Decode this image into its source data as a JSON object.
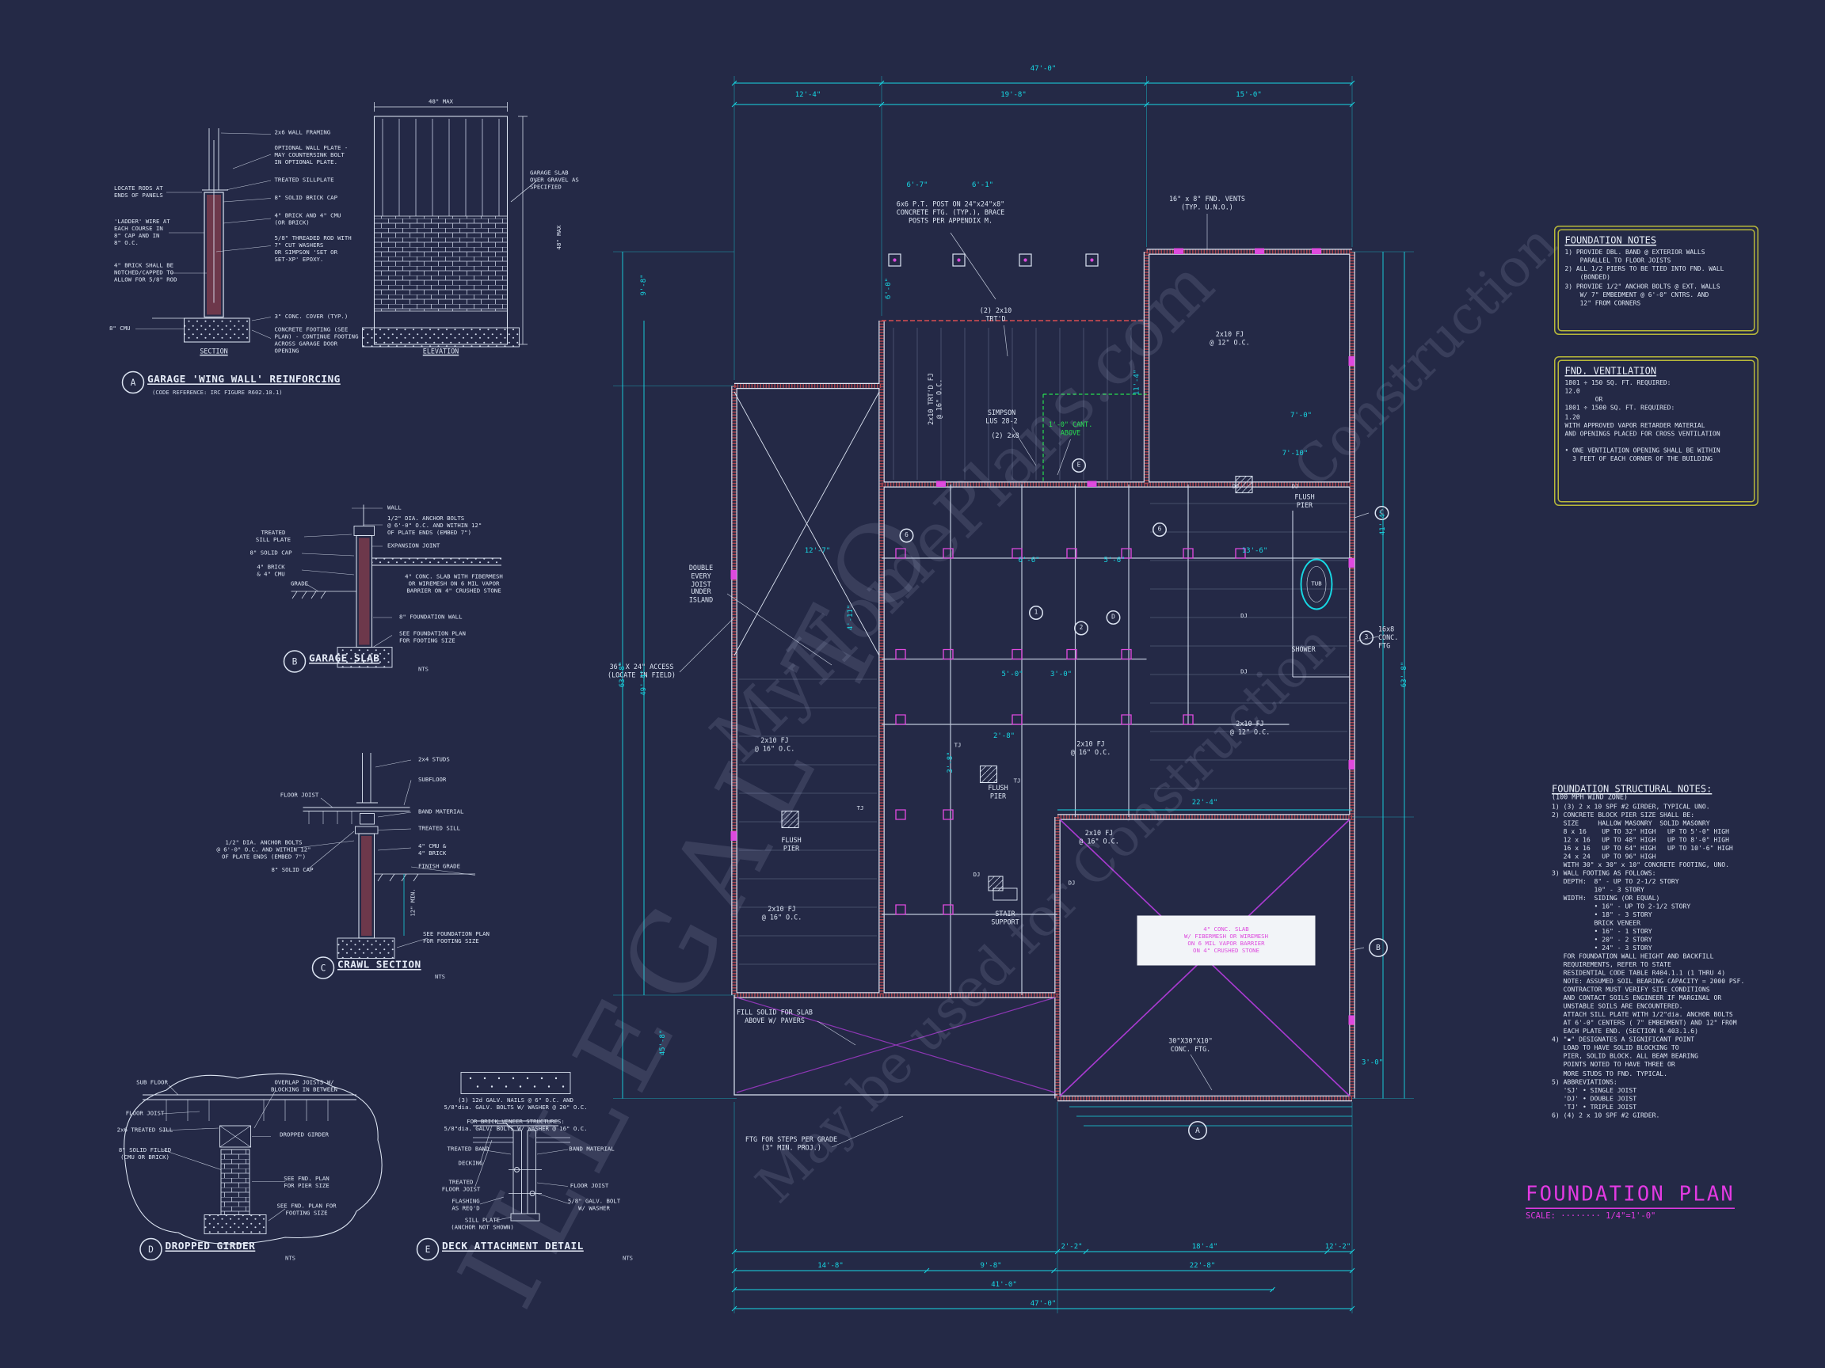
{
  "drawing": {
    "title": "FOUNDATION PLAN",
    "scale_line": "SCALE: ········ 1/4\"=1'-0\""
  },
  "watermark": {
    "w1": "ILLEGAL TO",
    "w2": "MyHomePlans.com",
    "w3": "May be used for Construction",
    "w4": "Construction"
  },
  "detail_a": {
    "marker": "A",
    "title": "GARAGE 'WING WALL' REINFORCING",
    "subtitle": "(CODE REFERENCE: IRC FIGURE R602.10.1)",
    "view1": "SECTION",
    "view2": "ELEVATION",
    "l1": "LOCATE RODS AT\nENDS OF PANELS",
    "l2": "'LADDER' WIRE AT\nEACH COURSE IN\n8\" CAP AND IN\n8\" O.C.",
    "l3": "4\" BRICK SHALL BE\nNOTCHED/CAPPED TO\nALLOW FOR 5/8\" ROD",
    "l4": "8\" CMU",
    "l5": "2x6 WALL FRAMING",
    "l6": "OPTIONAL WALL PLATE -\nMAY COUNTERSINK BOLT\nIN OPTIONAL PLATE.",
    "l7": "TREATED SILLPLATE",
    "l8": "8\" SOLID BRICK CAP",
    "l9": "4\" BRICK AND 4\" CMU\n(OR BRICK)",
    "l10": "5/8\" THREADED ROD WITH\n7\" CUT WASHERS\nOR SIMPSON 'SET OR\nSET-XP' EPOXY.",
    "l11": "3\" CONC. COVER (TYP.)",
    "l12": "CONCRETE FOOTING (SEE\nPLAN) - CONTINUE FOOTING\nACROSS GARAGE DOOR\nOPENING",
    "l13": "GARAGE SLAB\nOVER GRAVEL AS\nSPECIFIED",
    "d1": "48\" MAX",
    "d2": "48\" MAX"
  },
  "detail_b": {
    "marker": "B",
    "title": "GARAGE SLAB",
    "scale": "NTS",
    "l1": "WALL",
    "l2": "1/2\" DIA. ANCHOR BOLTS\n@ 6'-0\" O.C. AND WITHIN 12\"\nOF PLATE ENDS (EMBED 7\")",
    "l3": "TREATED\nSILL PLATE",
    "l4": "EXPANSION JOINT",
    "l5": "8\" SOLID CAP",
    "l6": "4\" BRICK\n& 4\" CMU",
    "l7": "4\" CONC. SLAB WITH FIBERMESH\nOR WIREMESH ON 6 MIL VAPOR\nBARRIER ON 4\" CRUSHED STONE",
    "l8": "GRADE",
    "l9": "8\" FOUNDATION WALL",
    "l10": "SEE FOUNDATION PLAN\nFOR FOOTING SIZE"
  },
  "detail_c": {
    "marker": "C",
    "title": "CRAWL SECTION",
    "scale": "NTS",
    "l1": "2x4 STUDS",
    "l2": "SUBFLOOR",
    "l3": "FLOOR JOIST",
    "l4": "BAND MATERIAL",
    "l5": "TREATED SILL",
    "l6": "1/2\" DIA. ANCHOR BOLTS\n@ 6'-0\" O.C. AND WITHIN 12\"\nOF PLATE ENDS (EMBED 7\")",
    "l7": "4\" CMU &\n4\" BRICK",
    "l8": "8\" SOLID CAP",
    "l9": "FINISH GRADE",
    "l10": "12\" MIN.",
    "l11": "SEE FOUNDATION PLAN\nFOR FOOTING SIZE"
  },
  "detail_d": {
    "marker": "D",
    "title": "DROPPED GIRDER",
    "scale": "NTS",
    "l1": "SUB FLOOR",
    "l2": "OVERLAP JOISTS W/\nBLOCKING IN BETWEEN",
    "l3": "FLOOR JOIST",
    "l4": "2x6 TREATED SILL",
    "l5": "DROPPED GIRDER",
    "l6": "8\" SOLID FILLED\n(CMU OR BRICK)",
    "l7": "SEE FND. PLAN\nFOR PIER SIZE",
    "l8": "SEE FND. PLAN FOR\nFOOTING SIZE"
  },
  "detail_e": {
    "marker": "E",
    "title": "DECK ATTACHMENT DETAIL",
    "scale": "NTS",
    "l1": "(3) 12d GALV. NAILS @ 6\" O.C. AND\n5/8\"dia. GALV. BOLTS W/ WASHER @ 20\" O.C.",
    "l2": "FOR BRICK VENEER STRUCTURES:\n5/8\"dia. GALV. BOLTS W/ WASHER @ 16\" O.C.",
    "l3": "TREATED BAND",
    "l4": "DECKING",
    "l5": "TREATED\nFLOOR JOIST",
    "l6": "BAND MATERIAL",
    "l7": "FLOOR JOIST",
    "l8": "FLASHING\nAS REQ'D",
    "l9": "5/8\" GALV. BOLT\nW/ WASHER",
    "l10": "SILL PLATE\n(ANCHOR NOT SHOWN)"
  },
  "plan": {
    "ann": {
      "post": "6x6 P.T. POST ON 24\"x24\"x8\"\nCONCRETE FTG. (TYP.), BRACE\nPOSTS PER APPENDIX M.",
      "vents": "16\" x 8\" FND. VENTS\n(TYP. U.N.O.)",
      "trtd210": "(2) 2x10\nTRT'D",
      "fj_trtd16": "2x10 TRT'D FJ\n@ 16\" O.C.",
      "simpson": "SIMPSON\nLUS 28-2",
      "two2x8": "(2) 2x8",
      "cant": "1'-0\" CANT.\nABOVE",
      "fj12": "2x10 FJ\n@ 12\" O.C.",
      "fj16": "2x10 FJ\n@ 16\" O.C.",
      "double_island": "DOUBLE\nEVERY\nJOIST\nUNDER\nISLAND",
      "access": "36\" X 24\" ACCESS\n(LOCATE IN FIELD)",
      "flush_pier": "FLUSH\nPIER",
      "stair": "STAIR\nSUPPORT",
      "tub": "TUB",
      "shower": "SHOWER",
      "conc_ftg_16x8": "16x8\nCONC.\nFTG",
      "slab_note": "4\" CONC. SLAB\nW/ FIBERMESH OR WIREMESH\nON 6 MIL VAPOR BARRIER\nON 4\" CRUSHED STONE",
      "fill_solid": "FILL SOLID FOR SLAB\nABOVE W/ PAVERS",
      "ftg30": "30\"X30\"X10\"\nCONC. FTG.",
      "steps": "FTG FOR STEPS PER GRADE\n(3\" MIN. PROJ.)",
      "dj": "DJ",
      "tj": "TJ"
    },
    "markers": {
      "a": "A",
      "b": "B",
      "c": "C",
      "d": "D",
      "e": "E",
      "n1": "1",
      "n2": "2",
      "n3": "3",
      "n6": "6"
    },
    "dims": {
      "top_total": "47'-0\"",
      "top_a": "12'-4\"",
      "top_b": "19'-8\"",
      "top_c": "15'-0\"",
      "left_outer": "63'-8\"",
      "left_inner": "49'-4\"",
      "left_top": "9'-8\"",
      "left_low": "45'-8\"",
      "right_inner": "41'-4\"",
      "right_outer": "63'-8\"",
      "bot_r1a": "2'-2\"",
      "bot_r1b": "18'-4\"",
      "bot_r1c": "12'-2\"",
      "bot_r2a": "14'-8\"",
      "bot_r2b": "9'-8\"",
      "bot_r2c": "22'-8\"",
      "bot_r3": "41'-0\"",
      "bot_total": "47'-0\"",
      "garage": "22'-4\"",
      "int": [
        "6'-7\"",
        "6'-1\"",
        "11'-4\"",
        "7'-10\"",
        "13'-6\"",
        "12'-7\"",
        "6'-6\"",
        "5'-6\"",
        "4'-11\"",
        "5'-0\"",
        "3'-0\"",
        "3'-8\"",
        "2'-8\"",
        "6'-0\"",
        "7'-0\"",
        "3'-0\""
      ]
    }
  },
  "notes": {
    "foundation": {
      "title": "FOUNDATION NOTES",
      "items": [
        "1) PROVIDE DBL. BAND @ EXTERIOR WALLS",
        "    PARALLEL TO FLOOR JOISTS",
        "2) ALL 1/2 PIERS TO BE TIED INTO FND. WALL",
        "    (BONDED)",
        "3) PROVIDE 1/2\" ANCHOR BOLTS @ EXT. WALLS",
        "    W/ 7\" EMBEDMENT @ 6'-0\" CNTRS. AND",
        "    12\" FROM CORNERS"
      ]
    },
    "ventilation": {
      "title": "FND. VENTILATION",
      "items": [
        "1801 ÷ 150 SQ. FT. REQUIRED:",
        "12.0",
        "        OR",
        "1801 ÷ 1500 SQ. FT. REQUIRED:",
        "1.20",
        "WITH APPROVED VAPOR RETARDER MATERIAL",
        "AND OPENINGS PLACED FOR CROSS VENTILATION",
        "",
        "• ONE VENTILATION OPENING SHALL BE WITHIN",
        "  3 FEET OF EACH CORNER OF THE BUILDING"
      ]
    },
    "structural": {
      "title": "FOUNDATION STRUCTURAL NOTES:",
      "subtitle": "(100 MPH WIND ZONE)",
      "items": [
        "1) (3) 2 x 10 SPF #2 GIRDER, TYPICAL UNO.",
        "2) CONCRETE BLOCK PIER SIZE SHALL BE:",
        "   SIZE     HALLOW MASONRY  SOLID MASONRY",
        "   8 x 16    UP TO 32\" HIGH   UP TO 5'-0\" HIGH",
        "   12 x 16   UP TO 48\" HIGH   UP TO 8'-0\" HIGH",
        "   16 x 16   UP TO 64\" HIGH   UP TO 10'-6\" HIGH",
        "   24 x 24   UP TO 96\" HIGH",
        "   WITH 30\" x 30\" x 10\" CONCRETE FOOTING, UNO.",
        "3) WALL FOOTING AS FOLLOWS:",
        "   DEPTH:  8\" - UP TO 2-1/2 STORY",
        "           10\" - 3 STORY",
        "   WIDTH:  SIDING (OR EQUAL)",
        "           • 16\" - UP TO 2-1/2 STORY",
        "           • 18\" - 3 STORY",
        "           BRICK VENEER",
        "           • 16\" - 1 STORY",
        "           • 20\" - 2 STORY",
        "           • 24\" - 3 STORY",
        "   FOR FOUNDATION WALL HEIGHT AND BACKFILL",
        "   REQUIREMENTS, REFER TO STATE",
        "   RESIDENTIAL CODE TABLE R404.1.1 (1 THRU 4)",
        "   NOTE: ASSUMED SOIL BEARING CAPACITY = 2000 PSF.",
        "   CONTRACTOR MUST VERIFY SITE CONDITIONS",
        "   AND CONTACT SOILS ENGINEER IF MARGINAL OR",
        "   UNSTABLE SOILS ARE ENCOUNTERED.",
        "   ATTACH SILL PLATE WITH 1/2\"dia. ANCHOR BOLTS",
        "   AT 6'-0\" CENTERS ( 7\" EMBEDMENT) AND 12\" FROM",
        "   EACH PLATE END. (SECTION R 403.1.6)",
        "4) \"▪\" DESIGNATES A SIGNIFICANT POINT",
        "   LOAD TO HAVE SOLID BLOCKING TO",
        "   PIER, SOLID BLOCK. ALL BEAM BEARING",
        "   POINTS NOTED TO HAVE THREE OR",
        "   MORE STUDS TO FND. TYPICAL.",
        "5) ABBREVIATIONS:",
        "   'SJ' • SINGLE JOIST",
        "   'DJ' • DOUBLE JOIST",
        "   'TJ' • TRIPLE JOIST",
        "6) (4) 2 x 10 SPF #2 GIRDER."
      ]
    }
  }
}
